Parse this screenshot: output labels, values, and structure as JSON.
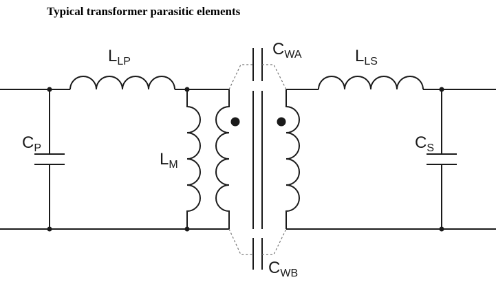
{
  "title": "Typical transformer parasitic elements",
  "components": {
    "cp": {
      "main": "C",
      "sub": "P"
    },
    "llp": {
      "main": "L",
      "sub": "LP"
    },
    "lm": {
      "main": "L",
      "sub": "M"
    },
    "cwa": {
      "main": "C",
      "sub": "WA"
    },
    "cwb": {
      "main": "C",
      "sub": "WB"
    },
    "lls": {
      "main": "L",
      "sub": "LS"
    },
    "cs": {
      "main": "C",
      "sub": "S"
    }
  },
  "colors": {
    "wire": "#1a1a1a",
    "dashed": "#777777"
  }
}
